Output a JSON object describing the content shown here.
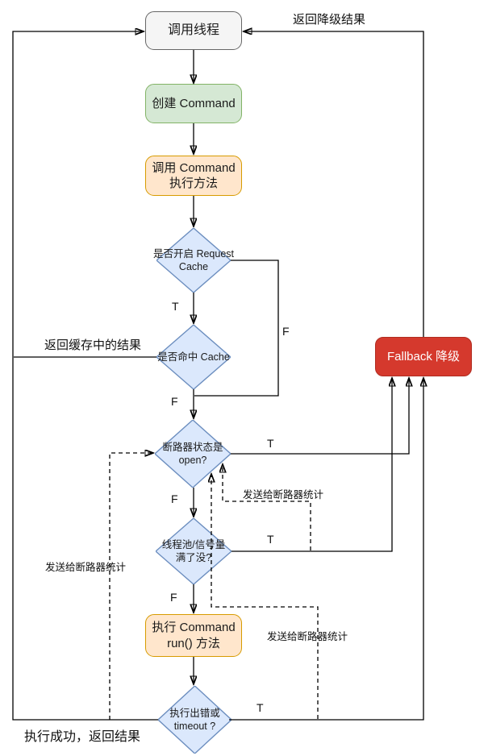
{
  "diagram": {
    "title": "Hystrix command execution flowchart",
    "nodes": {
      "start": "调用线程",
      "create_command": "创建 Command",
      "invoke_execute": "调用 Command 执行方法",
      "request_cache_check": "是否开启 Request Cache",
      "cache_hit_check": "是否命中 Cache",
      "fallback": "Fallback 降级",
      "circuit_open_check": "断路器状态是 open?",
      "pool_full_check": "线程池/信号量 满了没?",
      "run_command": "执行 Command run() 方法",
      "error_timeout_check": "执行出错或 timeout ?"
    },
    "branch_labels": {
      "request_cache_true": "T",
      "request_cache_false": "F",
      "cache_hit_false": "F",
      "circuit_open_true": "T",
      "circuit_open_false": "F",
      "pool_full_true": "T",
      "pool_full_false": "F",
      "error_timeout_true": "T"
    },
    "captions": {
      "return_fallback_result": "返回降级结果",
      "return_cached_result": "返回缓存中的结果",
      "success_return_result": "执行成功，返回结果",
      "stats_from_success": "发送给断路器统计",
      "stats_from_pool_full": "发送给断路器统计",
      "stats_from_error": "发送给断路器统计"
    },
    "colors": {
      "start_fill": "#f5f5f5",
      "start_border": "#666666",
      "create_fill": "#d5e8d4",
      "create_border": "#82b366",
      "orange_fill": "#ffe6cc",
      "orange_border": "#d79b00",
      "diamond_fill": "#dbe8fc",
      "diamond_border": "#6c8ebf",
      "fallback_fill": "#d5392d",
      "fallback_text": "#ffffff",
      "wire": "#000000"
    }
  }
}
